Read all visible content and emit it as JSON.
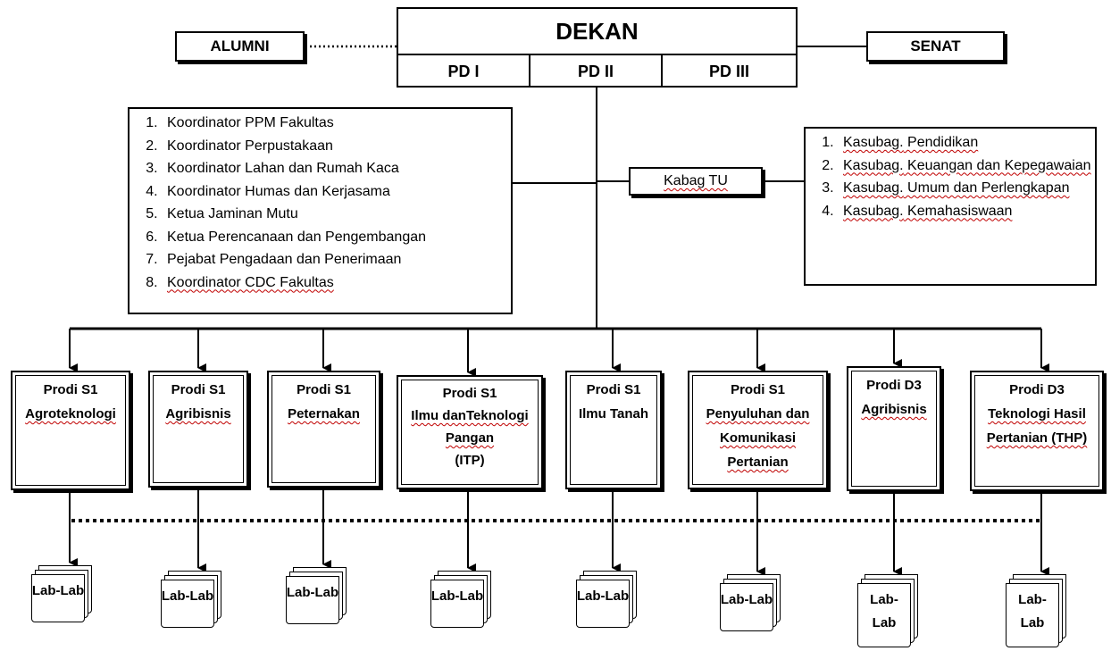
{
  "top": {
    "dekan": "DEKAN",
    "pd": [
      "PD I",
      "PD II",
      "PD III"
    ],
    "alumni": "ALUMNI",
    "senat": "SENAT"
  },
  "coordinators": [
    "Koordinator  PPM Fakultas",
    "Koordinator   Perpustakaan",
    "Koordinator Lahan dan Rumah Kaca",
    "Koordinator  Humas dan Kerjasama",
    "Ketua Jaminan Mutu",
    "Ketua Perencanaan dan Pengembangan",
    "Pejabat Pengadaan dan Penerimaan",
    "Koordinator  CDC Fakultas"
  ],
  "kabag": "Kabag TU",
  "kasubag": [
    [
      "Kasubag.",
      " Pendidikan"
    ],
    [
      "Kasubag.",
      " Keuangan dan Kepegawaian"
    ],
    [
      "Kasubag.",
      " Umum dan Perlengkapan"
    ],
    [
      "Kasubag.",
      " Kemahasiswaan"
    ]
  ],
  "prodi": [
    {
      "l1": "Prodi S1",
      "l2": "Agroteknologi"
    },
    {
      "l1": "Prodi S1",
      "l2": "Agribisnis"
    },
    {
      "l1": "Prodi S1",
      "l2": "Peternakan"
    },
    {
      "l1": "Prodi S1",
      "l2": "Ilmu  danTeknologi",
      "l3": "Pangan",
      "l4": "(ITP)"
    },
    {
      "l1": "Prodi S1",
      "l2": "Ilmu Tanah"
    },
    {
      "l1": "Prodi S1",
      "l2": "Penyuluhan dan",
      "l3": "Komunikasi",
      "l4": "Pertanian"
    },
    {
      "l1": "Prodi D3",
      "l2": "Agribisnis"
    },
    {
      "l1": "Prodi D3",
      "l2": "Teknologi Hasil",
      "l3": "Pertanian (THP)"
    }
  ],
  "labs": [
    "Lab-Lab",
    "Lab-Lab",
    "Lab-Lab",
    "Lab-Lab",
    "Lab-Lab",
    "Lab-Lab",
    "Lab-\nLab",
    "Lab-\nLab"
  ]
}
